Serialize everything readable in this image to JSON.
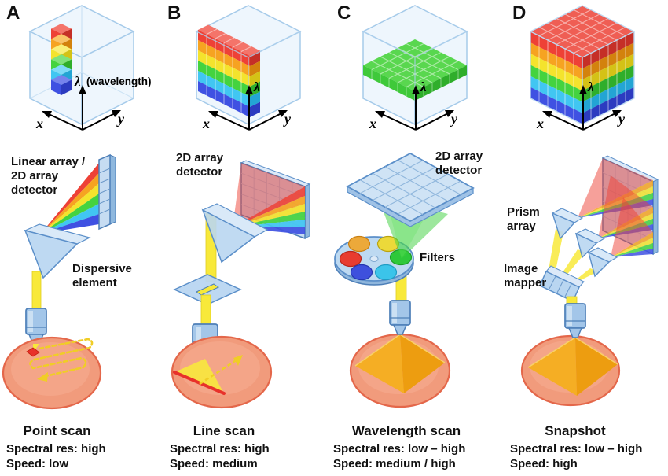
{
  "figure": {
    "panels": [
      {
        "letter": "A",
        "axes": {
          "x": "x",
          "y": "y",
          "lambda": "λ",
          "lambda_note": "(wavelength)"
        },
        "labels": {
          "detector_line1": "Linear array /",
          "detector_line2": "2D array",
          "detector_line3": "detector",
          "dispersive_line1": "Dispersive",
          "dispersive_line2": "element"
        },
        "title": "Point scan",
        "specs": {
          "spectral": "Spectral res: high",
          "speed": "Speed: low"
        }
      },
      {
        "letter": "B",
        "axes": {
          "x": "x",
          "y": "y",
          "lambda": "λ"
        },
        "labels": {
          "detector_line1": "2D array",
          "detector_line2": "detector"
        },
        "title": "Line scan",
        "specs": {
          "spectral": "Spectral res: high",
          "speed": "Speed: medium"
        }
      },
      {
        "letter": "C",
        "axes": {
          "x": "x",
          "y": "y",
          "lambda": "λ"
        },
        "labels": {
          "detector_line1": "2D array",
          "detector_line2": "detector",
          "filters": "Filters"
        },
        "title": "Wavelength scan",
        "specs": {
          "spectral": "Spectral res: low – high",
          "speed": "Speed: medium / high"
        }
      },
      {
        "letter": "D",
        "axes": {
          "x": "x",
          "y": "y",
          "lambda": "λ"
        },
        "labels": {
          "prism_line1": "Prism",
          "prism_line2": "array",
          "mapper_line1": "Image",
          "mapper_line2": "mapper"
        },
        "title": "Snapshot",
        "specs": {
          "spectral": "Spectral res: low – high",
          "speed": "Speed: high"
        }
      }
    ],
    "colors": {
      "spectral_red": "#ee4136",
      "spectral_orange": "#f6a321",
      "spectral_yellow": "#f4e32d",
      "spectral_green": "#44d33f",
      "spectral_cyan": "#41c6f2",
      "spectral_blue": "#3f51e2",
      "beam_yellow": "#f8e93a",
      "sample_fill": "#f19b7c",
      "sample_edge": "#e4674a",
      "optic_blue": "#b9d6f1",
      "optic_light": "#d9e9f8",
      "optic_edge": "#5b8fc9",
      "cube_face": "#e9f3fc",
      "cube_edge": "#a6cbea",
      "text": "#111111"
    }
  }
}
